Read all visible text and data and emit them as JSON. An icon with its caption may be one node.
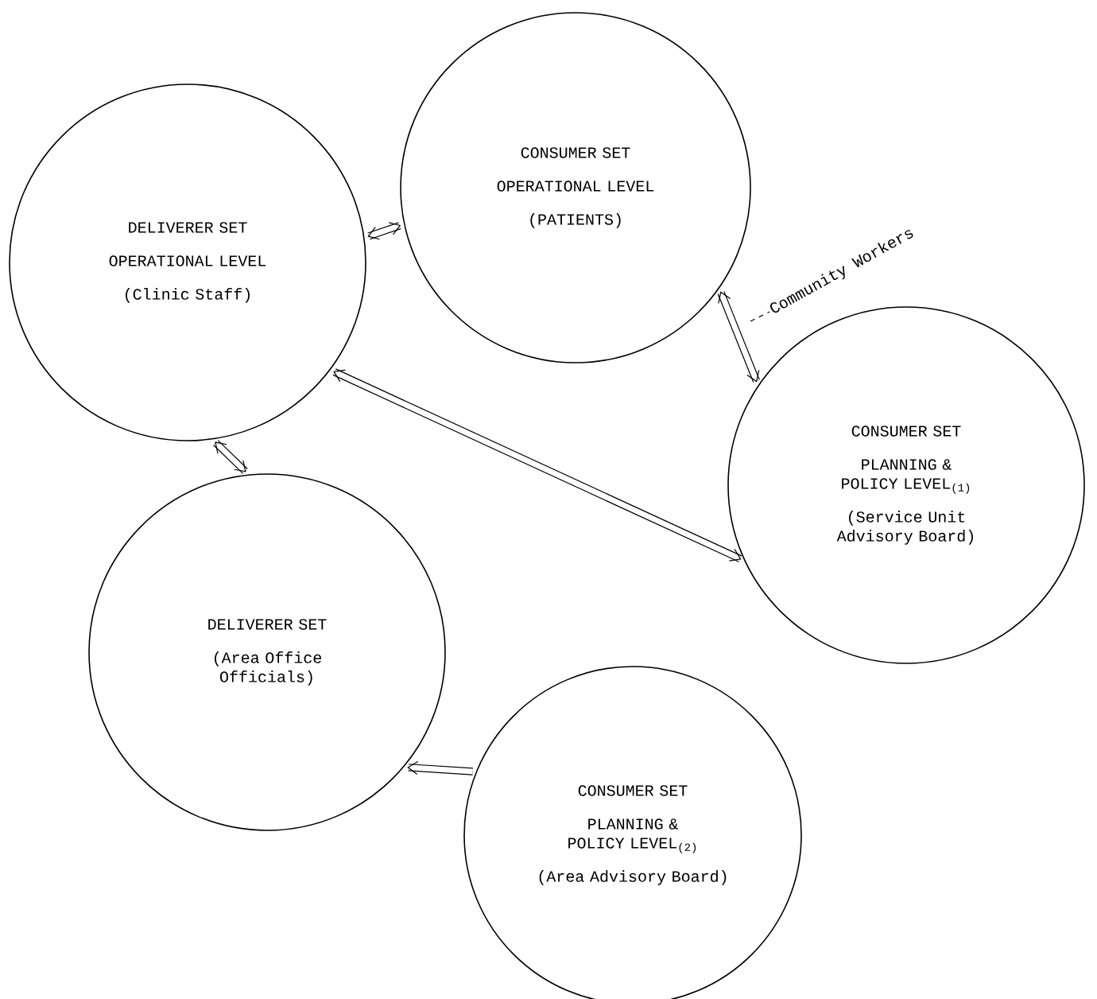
{
  "diagram": {
    "nodes": [
      {
        "text": [
          "DELIVERER SET",
          "OPERATIONAL LEVEL",
          "(Clinic Staff)"
        ]
      },
      {
        "text": [
          "CONSUMER SET",
          "OPERATIONAL LEVEL",
          "(PATIENTS)"
        ]
      },
      {
        "text": [
          "CONSUMER SET",
          "PLANNING & POLICY LEVEL$_{(1)}$",
          "(Service Unit Advisory Board)"
        ]
      },
      {
        "text": [
          "DELIVERER SET",
          "(Area Office Officials)"
        ]
      },
      {
        "text": [
          "CONSUMER SET",
          "PLANNING & POLICY LEVEL$_{(2)}$",
          "(Area Advisory Board)"
        ]
      }
    ],
    "edges": [
      {
        "from": 0,
        "to": 1,
        "arrow": "both"
      },
      {
        "from": 2,
        "to": 1,
        "arrow": "both",
        "label": "Community Workers"
      },
      {
        "from": 0,
        "to": 2,
        "arrow": "both"
      },
      {
        "from": 0,
        "to": 3,
        "arrow": "both"
      },
      {
        "from": 4,
        "to": 3,
        "arrow": "to"
      }
    ]
  }
}
